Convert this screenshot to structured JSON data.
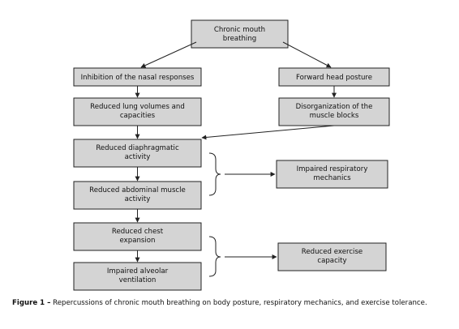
{
  "boxes": {
    "chronic_mouth_breathing": [
      "Chronic mouth",
      "breathing"
    ],
    "inhibition_nasal": [
      "Inhibition of the nasal responses"
    ],
    "forward_head": [
      "Forward head posture"
    ],
    "reduced_lung": [
      "Reduced lung volumes and",
      "capacities"
    ],
    "disorganization": [
      "Disorganization of the",
      "muscle blocks"
    ],
    "reduced_diaphragmatic": [
      "Reduced diaphragmatic",
      "activity"
    ],
    "reduced_abdominal": [
      "Reduced abdominal muscle",
      "activity"
    ],
    "impaired_respiratory": [
      "Impaired respiratory",
      "mechanics"
    ],
    "reduced_chest": [
      "Reduced chest",
      "expansion"
    ],
    "impaired_alveolar": [
      "Impaired alveolar",
      "ventilation"
    ],
    "reduced_exercise": [
      "Reduced exercise",
      "capacity"
    ]
  },
  "caption": {
    "label": "Figure 1 –",
    "text": "Repercussions of chronic mouth breathing on body posture, respiratory mechanics, and exercise tolerance."
  }
}
